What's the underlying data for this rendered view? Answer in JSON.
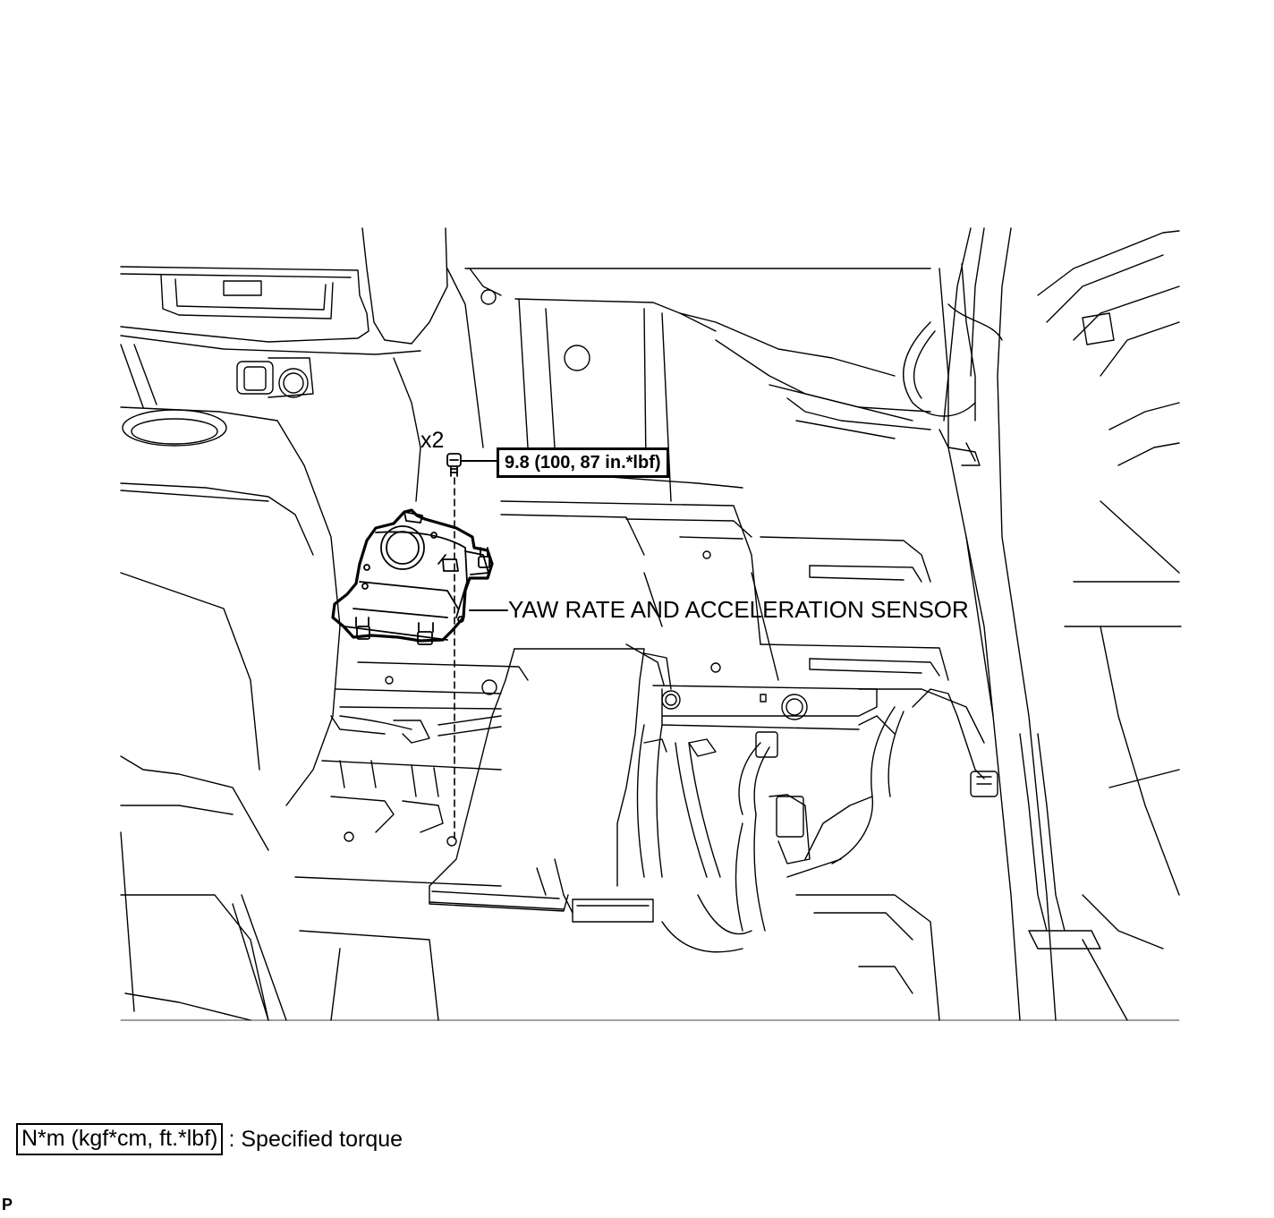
{
  "callouts": {
    "quantity": "x2",
    "torque_value": "9.8 (100, 87 in.*lbf)",
    "part_label": "YAW RATE AND ACCELERATION SENSOR"
  },
  "legend": {
    "unit_box": "N*m (kgf*cm, ft.*lbf)",
    "description": ": Specified torque"
  },
  "corner_code": "P",
  "colors": {
    "ink": "#000000",
    "paper": "#ffffff"
  }
}
